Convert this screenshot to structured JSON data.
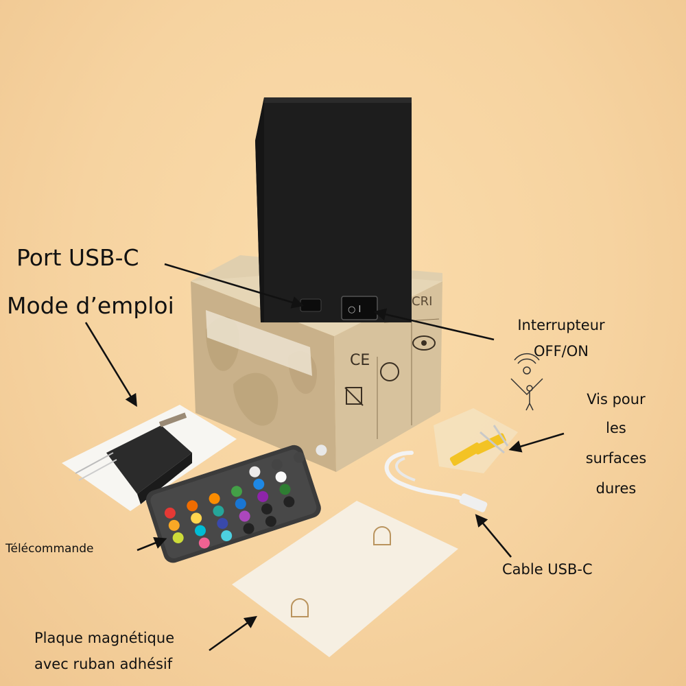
{
  "labels": {
    "port_usbc": "Port USB-C",
    "manual": "Mode d’emploi",
    "switch_line1": "Interrupteur",
    "switch_line2": "OFF/ON",
    "screws_line1": "Vis pour",
    "screws_line2": "les",
    "screws_line3": "surfaces",
    "screws_line4": "dures",
    "remote": "Télécommande",
    "cable": "Cable USB-C",
    "plate_line1": "Plaque magnétique",
    "plate_line2": "avec ruban adhésif"
  },
  "box": {
    "brand_side": "CRI",
    "ce_mark": "CE"
  },
  "switch_text": "○ I",
  "colors": {
    "background": "#f6d3a0",
    "lamp": "#1d1d1d",
    "box": "#c9b18a",
    "remote": "#3b3b3b",
    "plate": "#f6efe2",
    "screw_anchor": "#f3c324"
  },
  "remote_buttons": [
    "#eceaea",
    "#444",
    "#444",
    "#e8e8e8",
    "#e53935",
    "#ef6c00",
    "#fb8c00",
    "#43a047",
    "#1e88e5",
    "#fafafa",
    "#f9a825",
    "#ffd54f",
    "#26a69a",
    "#1976d2",
    "#8e24aa",
    "#2e7d32",
    "#cddc39",
    "#00bcd4",
    "#3949ab",
    "#ab47bc",
    "#222",
    "#222",
    "#f06292",
    "#4dd0e1",
    "#222",
    "#222"
  ]
}
